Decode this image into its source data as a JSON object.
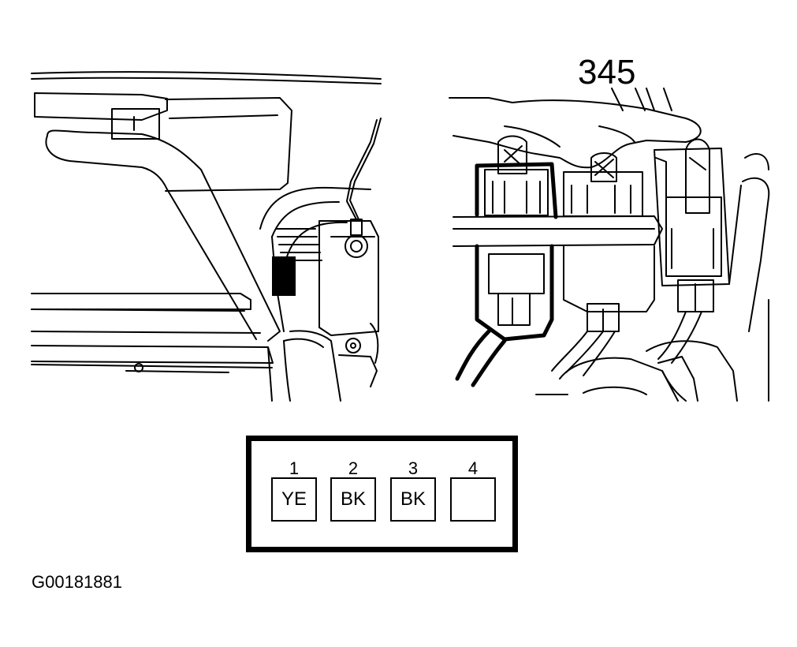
{
  "callout_number": "345",
  "connector": {
    "pins": [
      {
        "number": "1",
        "wire_color": "YE"
      },
      {
        "number": "2",
        "wire_color": "BK"
      },
      {
        "number": "3",
        "wire_color": "BK"
      },
      {
        "number": "4",
        "wire_color": ""
      }
    ]
  },
  "figure_id": "G00181881"
}
